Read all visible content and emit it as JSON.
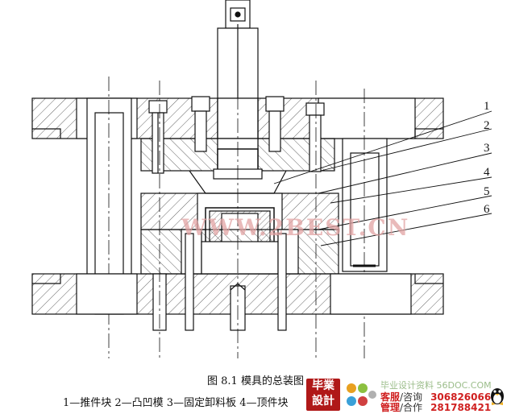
{
  "figure": {
    "callout_numbers": [
      "1",
      "2",
      "3",
      "4",
      "5",
      "6"
    ],
    "watermark": "WWW.2BEST.CN",
    "caption": "图 8.1    模具的总装图",
    "legend": "1—推件块 2—凸凹模 3—固定卸料板 4—顶件块"
  },
  "ad": {
    "logo_line1": "毕業",
    "logo_line2": "設計",
    "site": "毕业设计资料 56DOC.COM",
    "row1_label": "客服",
    "row1_sep": "/咨询",
    "row1_number": "306826066",
    "row2_label": "管理",
    "row2_sep": "/合作",
    "row2_number": "281788421"
  },
  "colors": {
    "line": "#111111",
    "watermark": "#e2a3a3",
    "ad_red": "#b01818"
  }
}
